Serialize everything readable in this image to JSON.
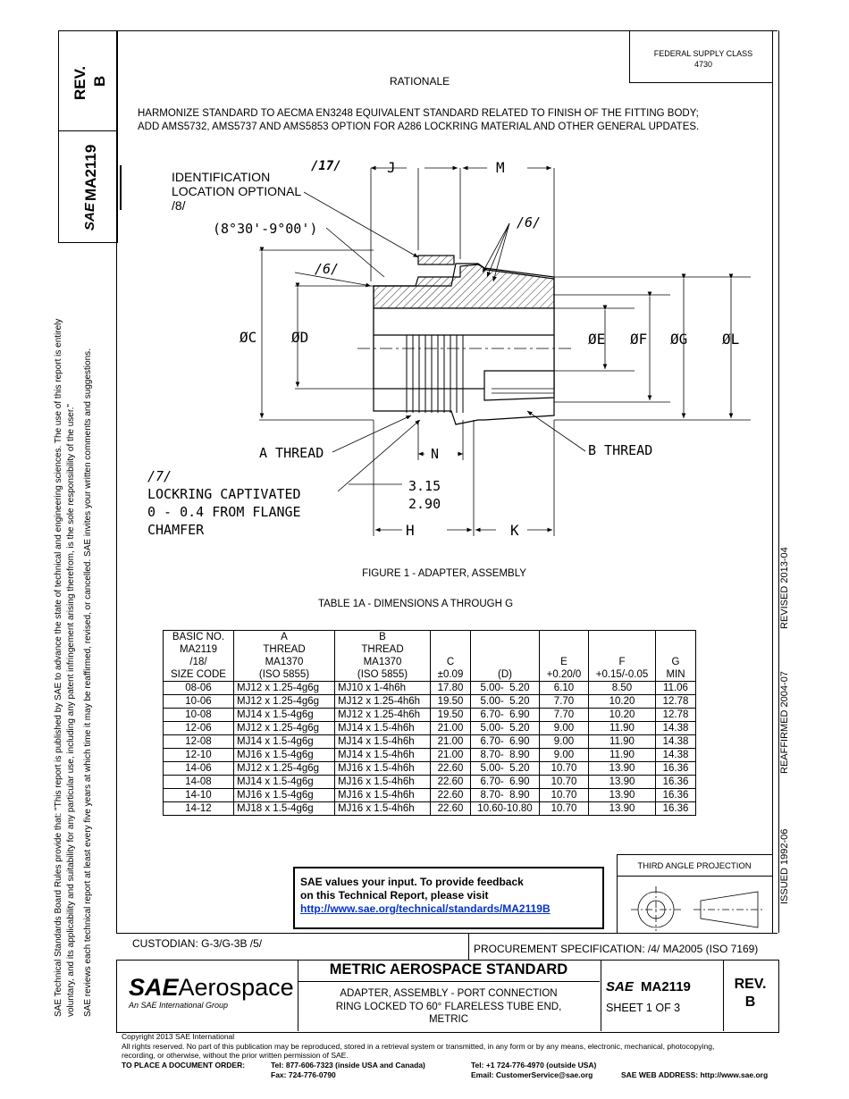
{
  "left_margin": {
    "line1": "SAE Technical Standards Board Rules provide that: \"This report is published by SAE to advance the state of technical and engineering sciences. The use of this report is entirely",
    "line2": "voluntary, and its applicability and suitability for any particular use, including any patent infringement arising therefrom, is the sole responsibility of the user.\"",
    "line3": "SAE reviews each technical report at least every five years at which time it may be reaffirmed, revised, or cancelled. SAE invites your written comments and suggestions."
  },
  "side_block": {
    "rev_label": "REV.",
    "rev_value": "B",
    "sae_mark": "SAE",
    "doc_number": "MA2119"
  },
  "right_strip": {
    "issued": "ISSUED 1992-06",
    "reaffirmed": "REAFFIRMED 2004-07",
    "revised": "REVISED 2013-04"
  },
  "header": {
    "supply_class_label": "FEDERAL SUPPLY CLASS",
    "supply_class_value": "4730"
  },
  "rationale": {
    "title": "RATIONALE",
    "line1": "HARMONIZE STANDARD TO AECMA EN3248 EQUIVALENT STANDARD RELATED TO FINISH OF THE FITTING BODY;",
    "line2": "ADD AMS5732, AMS5737 AND AMS5853 OPTION FOR A286 LOCKRING MATERIAL AND OTHER GENERAL UPDATES."
  },
  "drawing": {
    "id_line1": "IDENTIFICATION",
    "id_line2": "LOCATION OPTIONAL",
    "id_line3": "/8/",
    "note17": "/17/",
    "dim_j": "J",
    "dim_m": "M",
    "angle": "(8°30'-9°00')",
    "note6a": "/6/",
    "note6b": "/6/",
    "dia_c": "ØC",
    "dia_d": "ØD",
    "dia_e": "ØE",
    "dia_f": "ØF",
    "dia_g": "ØG",
    "dia_l": "ØL",
    "a_thread": "A THREAD",
    "b_thread": "B THREAD",
    "dim_n": "N",
    "note7": "/7/",
    "lockring1": "LOCKRING CAPTIVATED",
    "lockring2": "0 - 0.4 FROM FLANGE",
    "lockring3": "CHAMFER",
    "dim_315": "3.15",
    "dim_290": "2.90",
    "dim_h": "H",
    "dim_k": "K"
  },
  "figure_caption": "FIGURE 1 - ADAPTER, ASSEMBLY",
  "table_caption": "TABLE 1A - DIMENSIONS A THROUGH G",
  "table": {
    "headers": [
      [
        "BASIC NO.",
        "MA2119",
        "/18/",
        "SIZE CODE"
      ],
      [
        "A",
        "THREAD",
        "MA1370",
        "(ISO 5855)"
      ],
      [
        "B",
        "THREAD",
        "MA1370",
        "(ISO 5855)"
      ],
      [
        "C",
        "±0.09"
      ],
      [
        "(D)"
      ],
      [
        "E",
        "+0.20/0"
      ],
      [
        "F",
        "+0.15/-0.05"
      ],
      [
        "G",
        "MIN"
      ]
    ],
    "rows": [
      [
        "08-06",
        "MJ12 x 1.25-4g6g",
        "MJ10 x 1-4h6h",
        "17.80",
        "5.00-  5.20",
        "6.10",
        "8.50",
        "11.06"
      ],
      [
        "10-06",
        "MJ12 x 1.25-4g6g",
        "MJ12 x 1.25-4h6h",
        "19.50",
        "5.00-  5.20",
        "7.70",
        "10.20",
        "12.78"
      ],
      [
        "10-08",
        "MJ14 x 1.5-4g6g",
        "MJ12 x 1.25-4h6h",
        "19.50",
        "6.70-  6.90",
        "7.70",
        "10.20",
        "12.78"
      ],
      [
        "12-06",
        "MJ12 x 1.25-4g6g",
        "MJ14 x 1.5-4h6h",
        "21.00",
        "5.00-  5.20",
        "9.00",
        "11.90",
        "14.38"
      ],
      [
        "12-08",
        "MJ14 x 1.5-4g6g",
        "MJ14 x 1.5-4h6h",
        "21.00",
        "6.70-  6.90",
        "9.00",
        "11.90",
        "14.38"
      ],
      [
        "12-10",
        "MJ16 x 1.5-4g6g",
        "MJ14 x 1.5-4h6h",
        "21.00",
        "8.70-  8.90",
        "9.00",
        "11.90",
        "14.38"
      ],
      [
        "14-06",
        "MJ12 x 1.25-4g6g",
        "MJ16 x 1.5-4h6h",
        "22.60",
        "5.00-  5.20",
        "10.70",
        "13.90",
        "16.36"
      ],
      [
        "14-08",
        "MJ14 x 1.5-4g6g",
        "MJ16 x 1.5-4h6h",
        "22.60",
        "6.70-  6.90",
        "10.70",
        "13.90",
        "16.36"
      ],
      [
        "14-10",
        "MJ16 x 1.5-4g6g",
        "MJ16 x 1.5-4h6h",
        "22.60",
        "8.70-  8.90",
        "10.70",
        "13.90",
        "16.36"
      ],
      [
        "14-12",
        "MJ18 x 1.5-4g6g",
        "MJ16 x 1.5-4h6h",
        "22.60",
        "10.60-10.80",
        "10.70",
        "13.90",
        "16.36"
      ]
    ]
  },
  "feedback": {
    "line1": "SAE values your input. To provide feedback",
    "line2": "on this Technical Report, please visit",
    "link": "http://www.sae.org/technical/standards/MA2119B"
  },
  "projection": {
    "label": "THIRD ANGLE PROJECTION"
  },
  "custodian": "CUSTODIAN: G-3/G-3B /5/",
  "procurement": "PROCUREMENT SPECIFICATION: /4/ MA2005 (ISO 7169)",
  "title_block": {
    "logo_sae": "SAE",
    "logo_word": "Aerospace",
    "logo_sub": "An SAE International Group",
    "std_title": "METRIC AEROSPACE STANDARD",
    "desc1": "ADAPTER, ASSEMBLY - PORT CONNECTION",
    "desc2": "RING LOCKED TO 60° FLARELESS TUBE END,",
    "desc3": "METRIC",
    "sae_mark": "SAE",
    "doc_number": "MA2119",
    "sheet": "SHEET 1 OF 3",
    "rev_label": "REV.",
    "rev_value": "B"
  },
  "footer": {
    "copyright": "Copyright 2013 SAE International",
    "rights1": "All rights reserved. No part of this publication may be reproduced, stored in a retrieval system or transmitted, in any form or by any means, electronic, mechanical, photocopying,",
    "rights2": "recording, or otherwise, without the prior written permission of SAE.",
    "order_label": "TO PLACE A DOCUMENT ORDER:",
    "tel_us": "Tel: 877-606-7323 (inside USA and Canada)",
    "tel_intl": "Tel: +1 724-776-4970 (outside USA)",
    "fax": "Fax: 724-776-0790",
    "email": "Email: CustomerService@sae.org",
    "web": "SAE WEB ADDRESS: http://www.sae.org"
  }
}
